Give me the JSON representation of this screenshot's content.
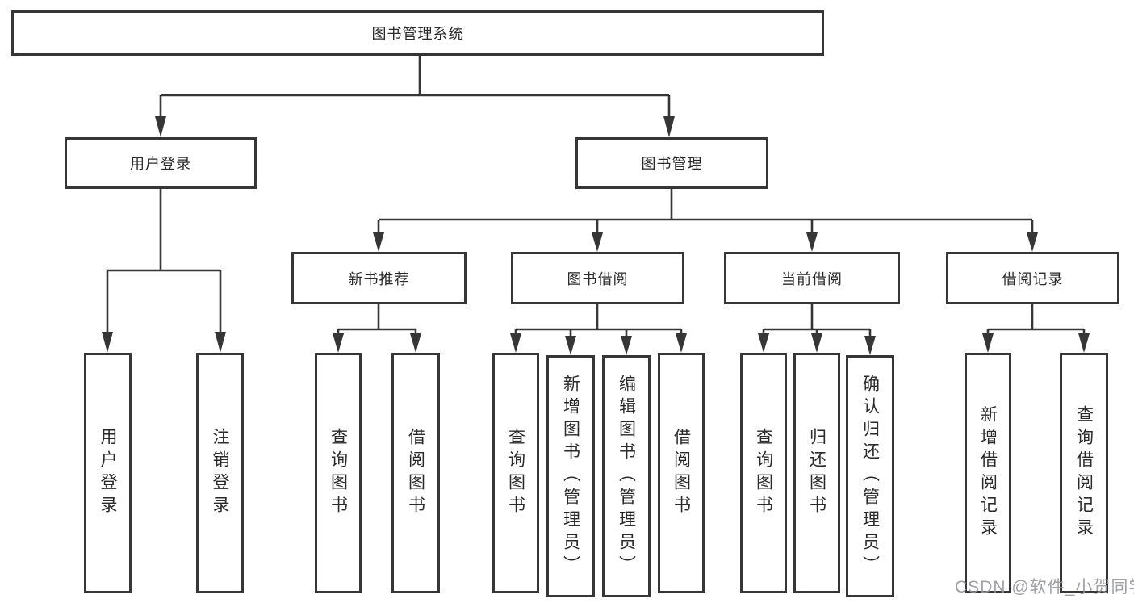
{
  "diagram": {
    "type": "hierarchy-tree",
    "tree": {
      "root": {
        "label": "图书管理系统",
        "children": [
          {
            "label": "用户登录",
            "children": [
              {
                "label": "用户登录"
              },
              {
                "label": "注销登录"
              }
            ]
          },
          {
            "label": "图书管理",
            "children": [
              {
                "label": "新书推荐",
                "children": [
                  {
                    "label": "查询图书"
                  },
                  {
                    "label": "借阅图书"
                  }
                ]
              },
              {
                "label": "图书借阅",
                "children": [
                  {
                    "label": "查询图书"
                  },
                  {
                    "label": "新增图书（管理员）"
                  },
                  {
                    "label": "编辑图书（管理员）"
                  },
                  {
                    "label": "借阅图书"
                  }
                ]
              },
              {
                "label": "当前借阅",
                "children": [
                  {
                    "label": "查询图书"
                  },
                  {
                    "label": "归还图书"
                  },
                  {
                    "label": "确认归还（管理员）"
                  }
                ]
              },
              {
                "label": "借阅记录",
                "children": [
                  {
                    "label": "新增借阅记录"
                  },
                  {
                    "label": "查询借阅记录"
                  }
                ]
              }
            ]
          }
        ]
      }
    },
    "colors": {
      "line": "#363636",
      "box_border": "#363636",
      "text": "#2a2a2a",
      "background": "#ffffff",
      "watermark": "#94969a"
    }
  },
  "watermark": "CSDN @软件_小贺同学"
}
